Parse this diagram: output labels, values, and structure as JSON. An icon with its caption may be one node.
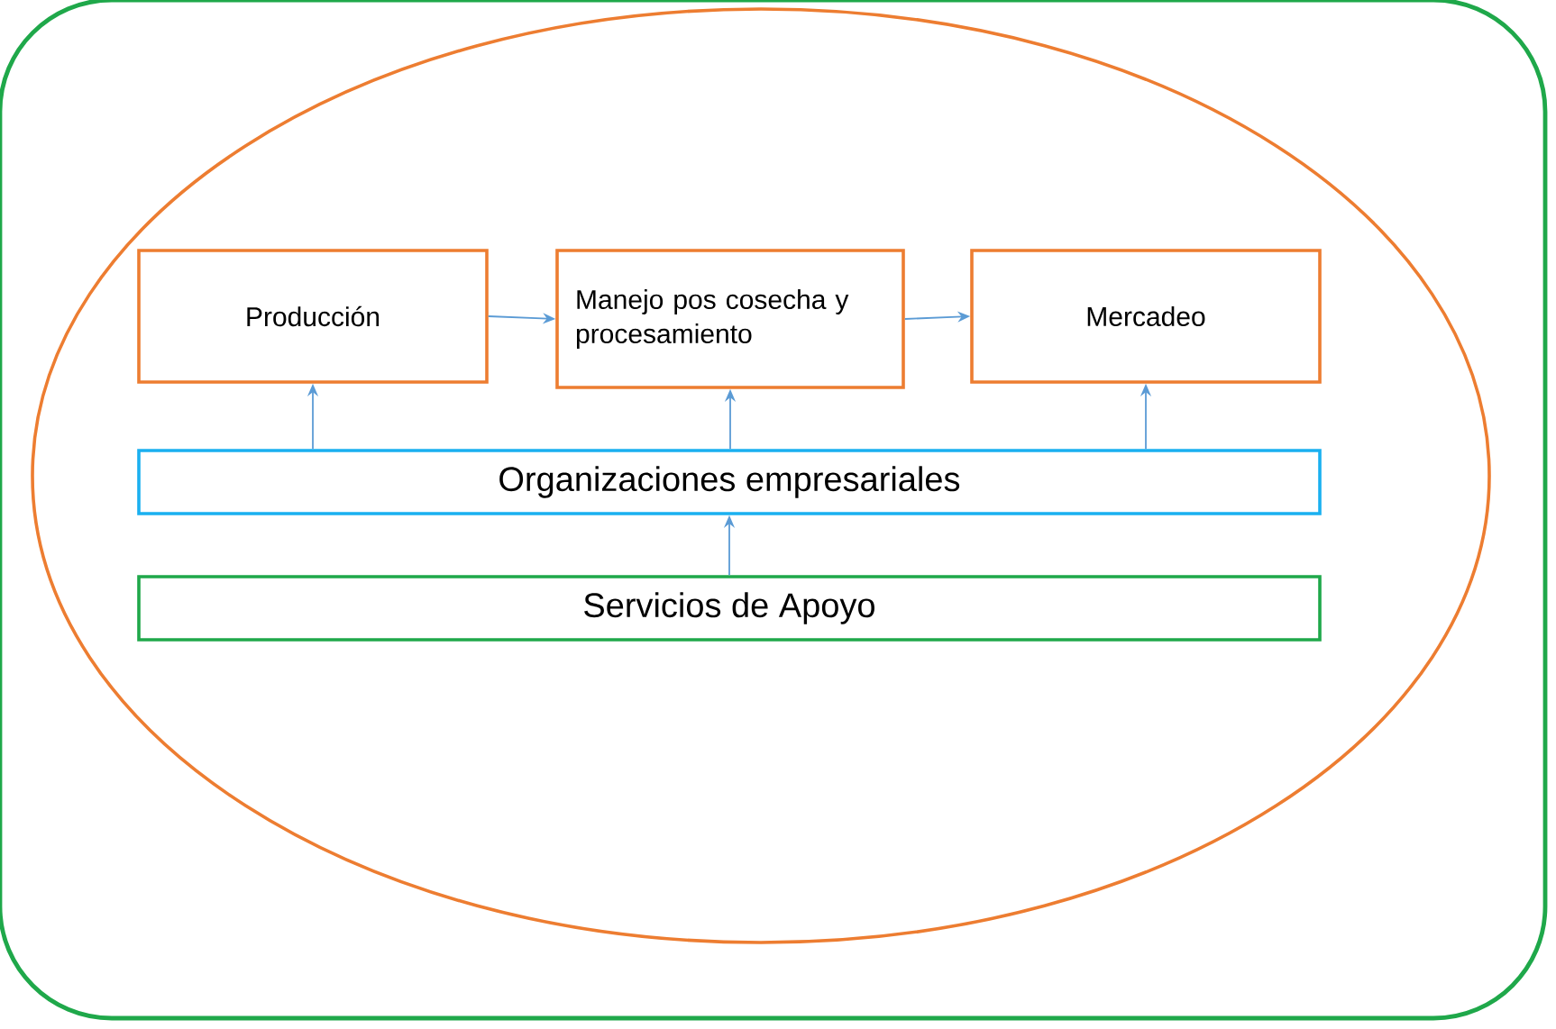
{
  "diagram": {
    "nodes": [
      {
        "text": [],
        "shape": "box"
      },
      {
        "text": [],
        "shape": "ellipse",
        "in": 0
      },
      {
        "text": [
          "Producción"
        ],
        "in": 1
      },
      {
        "text": [
          "Manejo pos cosecha y procesamiento"
        ],
        "in": 1
      },
      {
        "text": [
          "Mercadeo"
        ],
        "in": 1
      },
      {
        "text": [
          "Organizaciones empresariales"
        ],
        "in": 1
      },
      {
        "text": [
          "Servicios de Apoyo"
        ],
        "in": 1
      }
    ],
    "edges": [
      {
        "from": 2,
        "to": 3,
        "arrow": "to"
      },
      {
        "from": 3,
        "to": 4,
        "arrow": "to"
      },
      {
        "from": 5,
        "to": 2,
        "arrow": "to"
      },
      {
        "from": 5,
        "to": 3,
        "arrow": "to"
      },
      {
        "from": 5,
        "to": 4,
        "arrow": "to"
      },
      {
        "from": 6,
        "to": 5,
        "arrow": "to"
      }
    ]
  }
}
